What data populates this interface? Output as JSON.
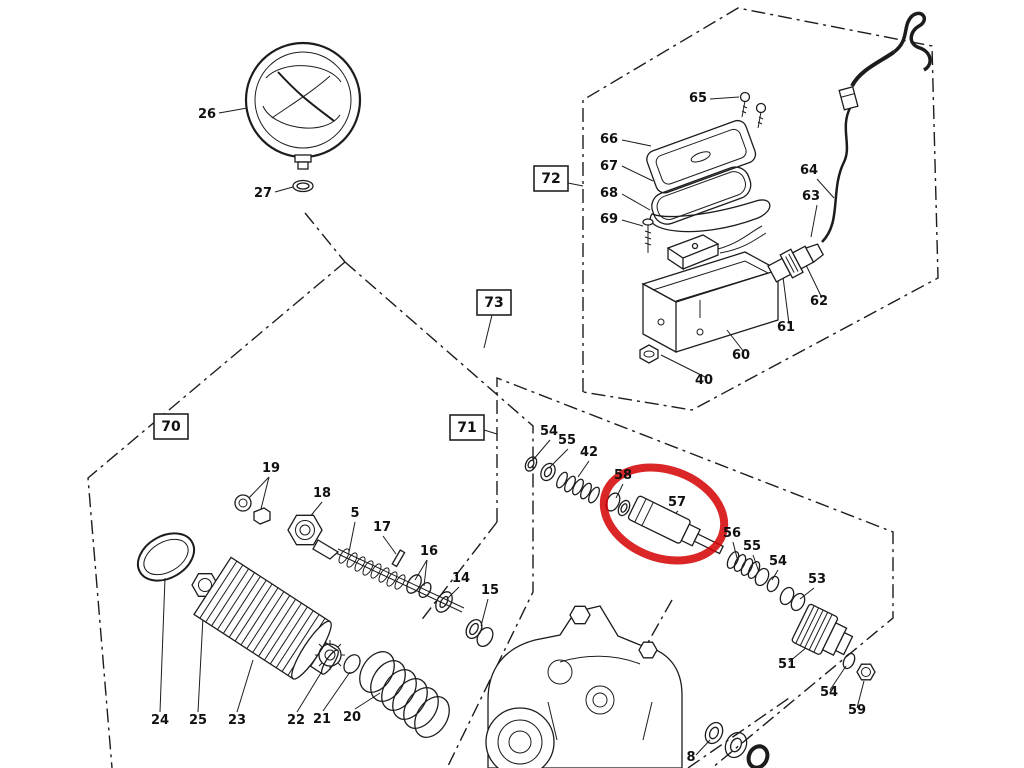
{
  "diagram": {
    "type": "exploded-parts-diagram",
    "highlighted_part": "57",
    "colors": {
      "line": "#1c1c1c",
      "highlight": "#d40000",
      "background": "#ffffff"
    }
  },
  "groups": [
    {
      "label": "70"
    },
    {
      "label": "71"
    },
    {
      "label": "72"
    },
    {
      "label": "73"
    }
  ],
  "parts": [
    {
      "label": "26"
    },
    {
      "label": "27"
    },
    {
      "label": "65"
    },
    {
      "label": "66"
    },
    {
      "label": "67"
    },
    {
      "label": "68"
    },
    {
      "label": "69"
    },
    {
      "label": "64"
    },
    {
      "label": "63"
    },
    {
      "label": "62"
    },
    {
      "label": "61"
    },
    {
      "label": "60"
    },
    {
      "label": "40"
    },
    {
      "label": "54"
    },
    {
      "label": "55"
    },
    {
      "label": "42"
    },
    {
      "label": "58"
    },
    {
      "label": "57"
    },
    {
      "label": "56"
    },
    {
      "label": "55"
    },
    {
      "label": "54"
    },
    {
      "label": "53"
    },
    {
      "label": "51"
    },
    {
      "label": "54"
    },
    {
      "label": "59"
    },
    {
      "label": "19"
    },
    {
      "label": "18"
    },
    {
      "label": "5"
    },
    {
      "label": "17"
    },
    {
      "label": "16"
    },
    {
      "label": "14"
    },
    {
      "label": "15"
    },
    {
      "label": "24"
    },
    {
      "label": "25"
    },
    {
      "label": "23"
    },
    {
      "label": "22"
    },
    {
      "label": "21"
    },
    {
      "label": "20"
    },
    {
      "label": "8"
    }
  ]
}
